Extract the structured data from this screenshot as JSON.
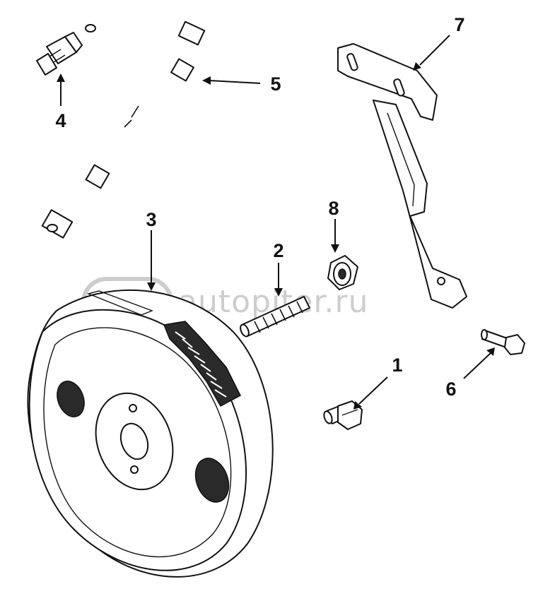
{
  "callouts": [
    {
      "id": "c1",
      "label": "1"
    },
    {
      "id": "c2",
      "label": "2"
    },
    {
      "id": "c3",
      "label": "3"
    },
    {
      "id": "c4",
      "label": "4"
    },
    {
      "id": "c5",
      "label": "5"
    },
    {
      "id": "c6",
      "label": "6"
    },
    {
      "id": "c7",
      "label": "7"
    },
    {
      "id": "c8",
      "label": "8"
    }
  ],
  "watermark": {
    "text": "autopiter.ru",
    "logo_color": "#c8c8c8"
  },
  "colors": {
    "line": "#111111",
    "background": "#ffffff"
  }
}
